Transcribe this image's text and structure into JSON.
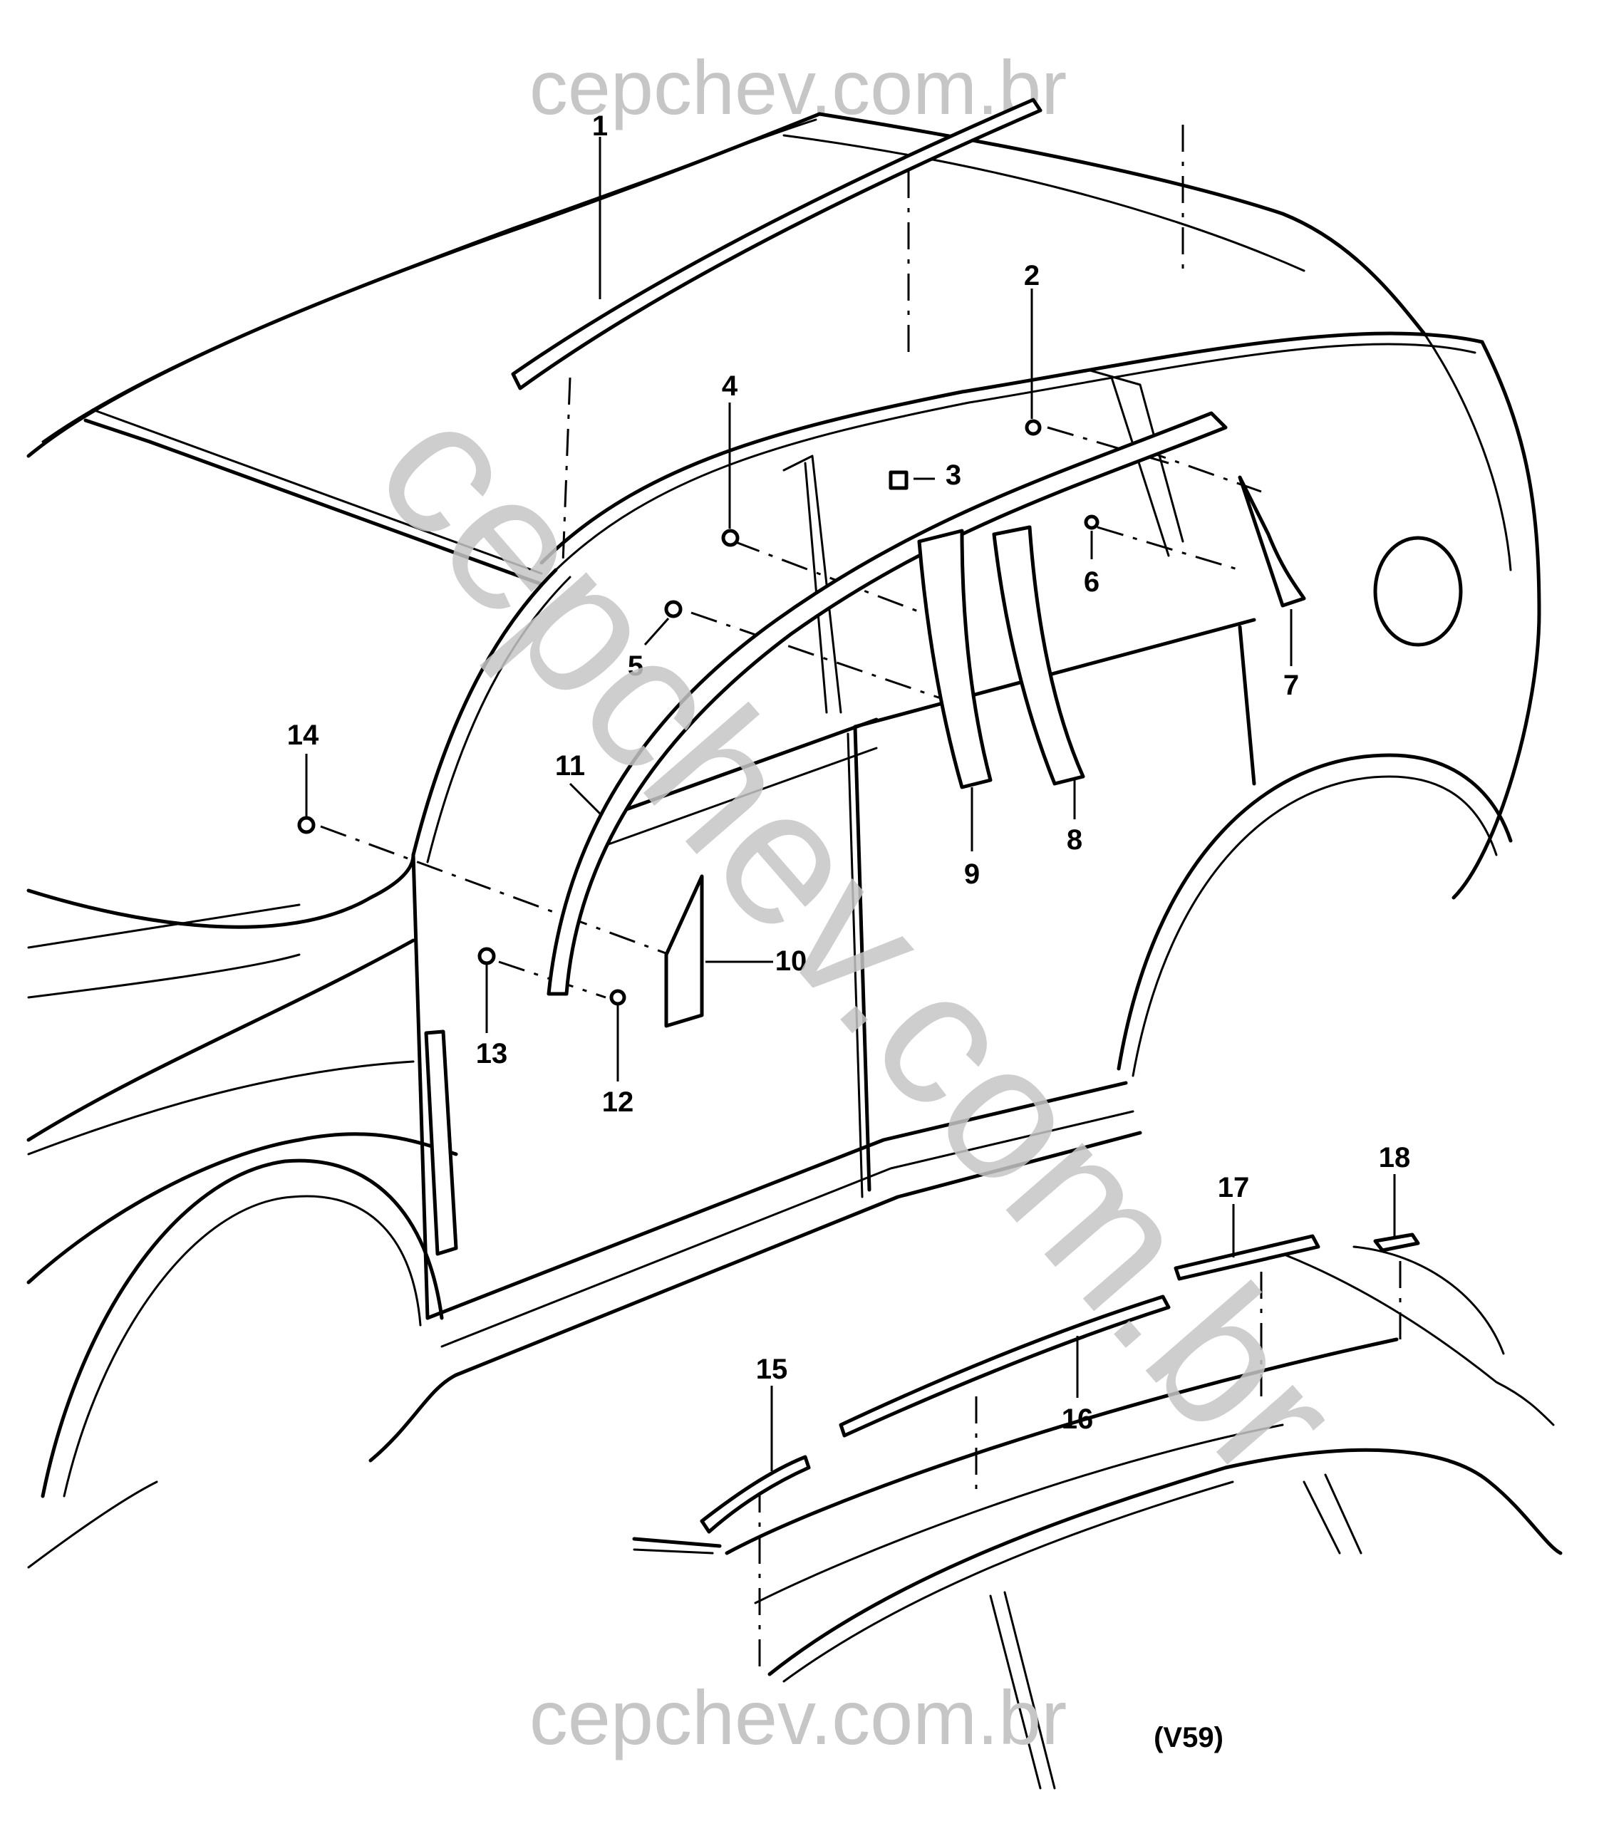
{
  "watermarks": {
    "top": "cepchev.com.br",
    "diagonal": "cepchev.com.br",
    "bottom": "cepchev.com.br"
  },
  "figure_code": "(V59)",
  "callouts": [
    "1",
    "2",
    "3",
    "4",
    "5",
    "6",
    "7",
    "8",
    "9",
    "10",
    "11",
    "12",
    "13",
    "14",
    "15",
    "16",
    "17",
    "18"
  ]
}
